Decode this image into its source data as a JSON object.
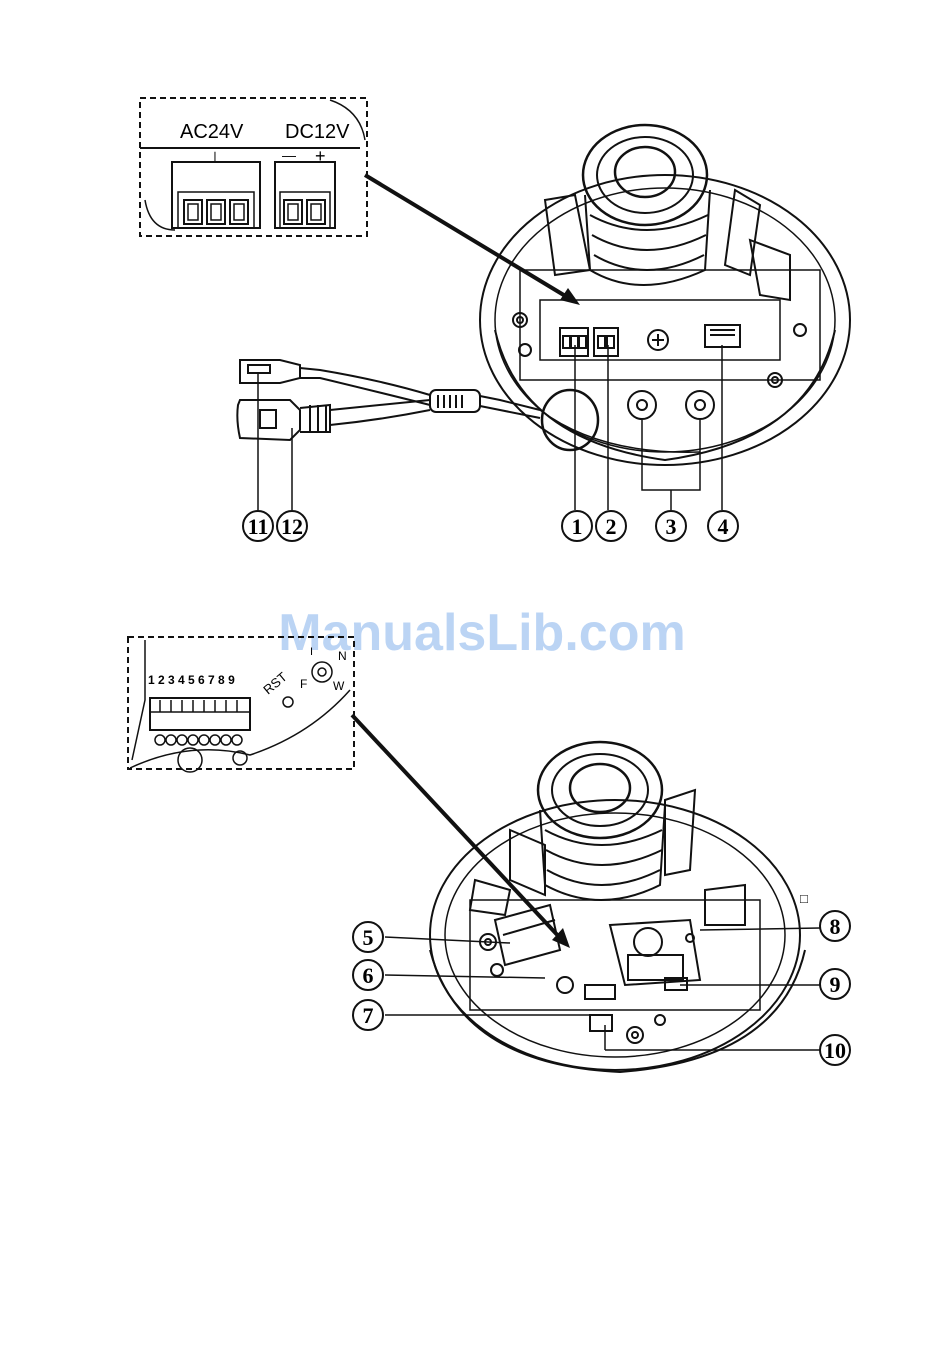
{
  "watermark": "ManualsLib.com",
  "top_inset": {
    "label_ac": "AC24V",
    "label_dc": "DC12V",
    "ground_symbol": "⊥",
    "minus_symbol": "—",
    "plus_symbol": "+"
  },
  "bottom_inset": {
    "pin_numbers": "1 2 3 4 5 6 7 8 9",
    "rst_label": "RST",
    "switch_labels": {
      "i": "I",
      "n": "N",
      "f": "F",
      "w": "W"
    }
  },
  "top_callouts": [
    "11",
    "12",
    "1",
    "2",
    "3",
    "4"
  ],
  "bottom_callouts": [
    "5",
    "6",
    "7",
    "8",
    "9",
    "10"
  ],
  "small_box_glyph": "□",
  "colors": {
    "line": "#111111",
    "watermark": "#6aa1e8"
  }
}
